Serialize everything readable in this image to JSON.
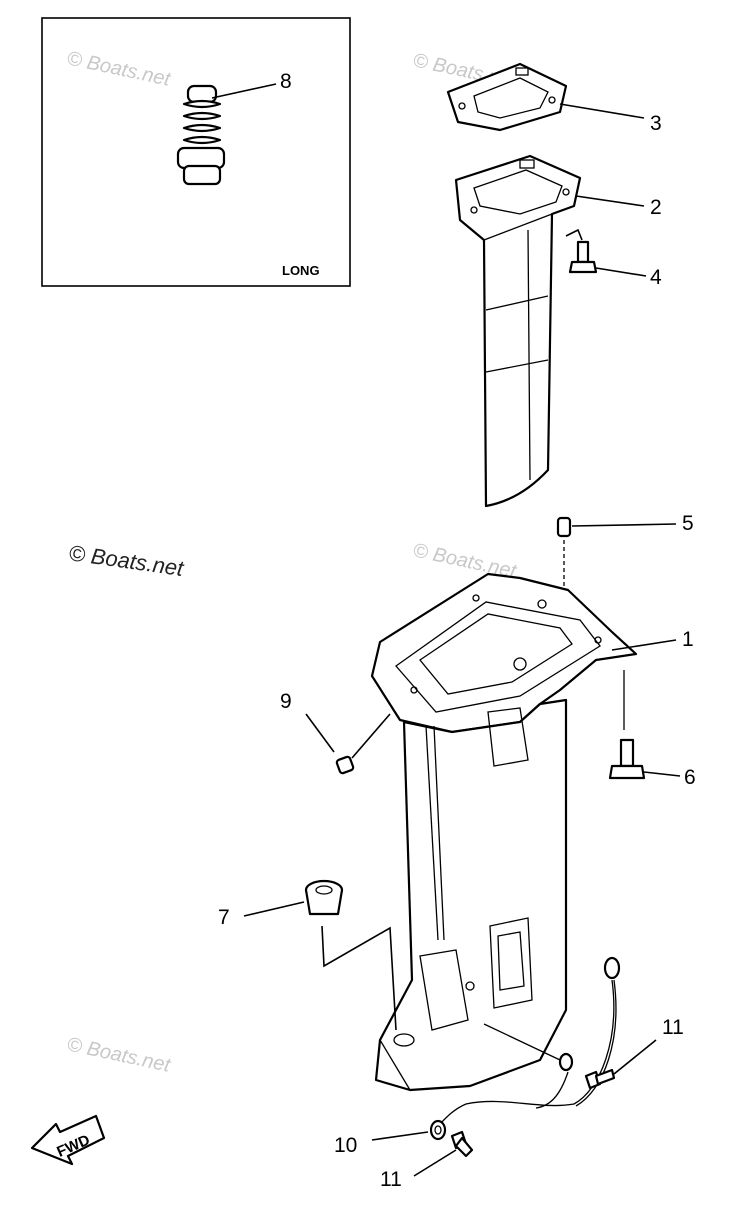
{
  "diagram": {
    "inset_label": "LONG",
    "fwd_label": "FWD",
    "watermark_text": "© Boats.net",
    "callouts": [
      {
        "id": "1",
        "label": "1"
      },
      {
        "id": "2",
        "label": "2"
      },
      {
        "id": "3",
        "label": "3"
      },
      {
        "id": "4",
        "label": "4"
      },
      {
        "id": "5",
        "label": "5"
      },
      {
        "id": "6",
        "label": "6"
      },
      {
        "id": "7",
        "label": "7"
      },
      {
        "id": "8",
        "label": "8"
      },
      {
        "id": "9",
        "label": "9"
      },
      {
        "id": "10",
        "label": "10"
      },
      {
        "id": "11a",
        "label": "11"
      },
      {
        "id": "11b",
        "label": "11"
      }
    ]
  }
}
